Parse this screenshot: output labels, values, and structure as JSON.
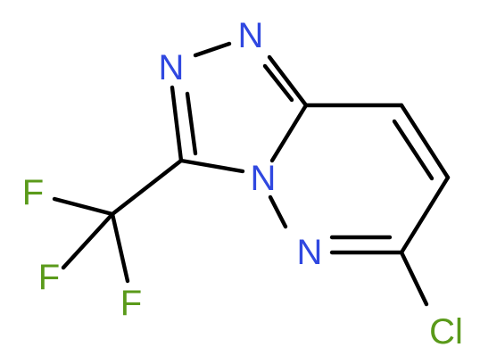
{
  "molecule": {
    "colors": {
      "carbon_bond": "#000000",
      "nitrogen": "#3048e0",
      "fluorine": "#5a9a1a",
      "chlorine": "#5a9a1a",
      "background": "#ffffff"
    },
    "atoms": [
      {
        "id": "n1",
        "element": "N",
        "label": "N"
      },
      {
        "id": "n2",
        "element": "N",
        "label": "N"
      },
      {
        "id": "n4",
        "element": "N",
        "label": "N"
      },
      {
        "id": "n5",
        "element": "N",
        "label": "N"
      },
      {
        "id": "f1",
        "element": "F",
        "label": "F"
      },
      {
        "id": "f2",
        "element": "F",
        "label": "F"
      },
      {
        "id": "f3",
        "element": "F",
        "label": "F"
      },
      {
        "id": "cl",
        "element": "Cl",
        "label": "Cl"
      },
      {
        "id": "c3",
        "element": "C",
        "label": ""
      },
      {
        "id": "c8a",
        "element": "C",
        "label": ""
      },
      {
        "id": "c8",
        "element": "C",
        "label": ""
      },
      {
        "id": "c7",
        "element": "C",
        "label": ""
      },
      {
        "id": "c6",
        "element": "C",
        "label": ""
      },
      {
        "id": "cf3",
        "element": "C",
        "label": ""
      }
    ]
  }
}
